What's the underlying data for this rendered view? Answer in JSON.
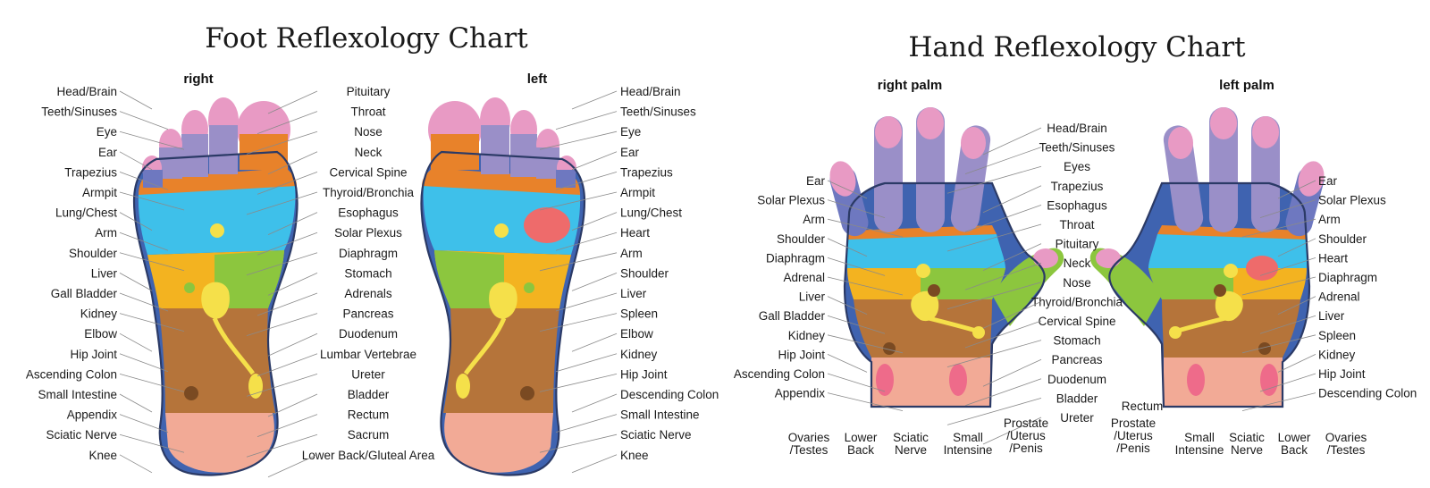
{
  "foot_chart": {
    "title": "Foot Reflexology Chart",
    "right_label": "right",
    "left_label": "left",
    "right_outer_labels": [
      "Head/Brain",
      "Teeth/Sinuses",
      "Eye",
      "Ear",
      "Trapezius",
      "Armpit",
      "Lung/Chest",
      "Arm",
      "Shoulder",
      "Liver",
      "Gall Bladder",
      "Kidney",
      "Elbow",
      "Hip Joint",
      "Ascending Colon",
      "Small Intestine",
      "Appendix",
      "Sciatic Nerve",
      "Knee"
    ],
    "center_labels": [
      "Pituitary",
      "Throat",
      "Nose",
      "Neck",
      "Cervical Spine",
      "Thyroid/Bronchia",
      "Esophagus",
      "Solar Plexus",
      "Diaphragm",
      "Stomach",
      "Adrenals",
      "Pancreas",
      "Duodenum",
      "Lumbar Vertebrae",
      "Ureter",
      "Bladder",
      "Rectum",
      "Sacrum",
      "Lower Back/Gluteal Area"
    ],
    "left_outer_labels": [
      "Head/Brain",
      "Teeth/Sinuses",
      "Eye",
      "Ear",
      "Trapezius",
      "Armpit",
      "Lung/Chest",
      "Heart",
      "Arm",
      "Shoulder",
      "Liver",
      "Spleen",
      "Elbow",
      "Kidney",
      "Hip Joint",
      "Descending Colon",
      "Small Intestine",
      "Sciatic Nerve",
      "Knee"
    ]
  },
  "hand_chart": {
    "title": "Hand Reflexology Chart",
    "right_palm_label": "right palm",
    "left_palm_label": "left palm",
    "center_labels": [
      "Head/Brain",
      "Teeth/Sinuses",
      "Eyes",
      "Trapezius",
      "Esophagus",
      "Throat",
      "Pituitary",
      "Neck",
      "Nose",
      "Thyroid/Bronchia",
      "Cervical Spine",
      "Stomach",
      "Pancreas",
      "Duodenum",
      "Bladder",
      "Ureter"
    ],
    "right_outer_labels": [
      "Ear",
      "Solar Plexus",
      "Arm",
      "Shoulder",
      "Diaphragm",
      "Adrenal",
      "Liver",
      "Gall Bladder",
      "Kidney",
      "Hip Joint",
      "Ascending Colon",
      "Appendix"
    ],
    "left_outer_labels": [
      "Ear",
      "Solar Plexus",
      "Arm",
      "Shoulder",
      "Heart",
      "Diaphragm",
      "Adrenal",
      "Liver",
      "Spleen",
      "Kidney",
      "Hip Joint",
      "Descending Colon"
    ],
    "right_bottom_labels": [
      "Ovaries\n/Testes",
      "Lower\nBack",
      "Sciatic\nNerve",
      "Small\nIntensine",
      "Prostate\n/Uterus\n/Penis"
    ],
    "left_bottom_labels": [
      "Rectum",
      "Prostate\n/Uterus\n/Penis",
      "Small\nIntensine",
      "Sciatic\nNerve",
      "Lower\nBack",
      "Ovaries\n/Testes"
    ]
  },
  "colors": {
    "outline": "#2b3a66",
    "pink": "#e89ac4",
    "purple": "#9a8fc8",
    "blue_violet": "#6e78c0",
    "orange": "#e8822a",
    "cyan": "#3ec0ea",
    "yellow": "#f5e04a",
    "green": "#8cc63e",
    "brown": "#b5743a",
    "dark_brown": "#7a4a22",
    "salmon": "#f2aa96",
    "red": "#ee6b6b",
    "teal": "#29b4a6"
  }
}
